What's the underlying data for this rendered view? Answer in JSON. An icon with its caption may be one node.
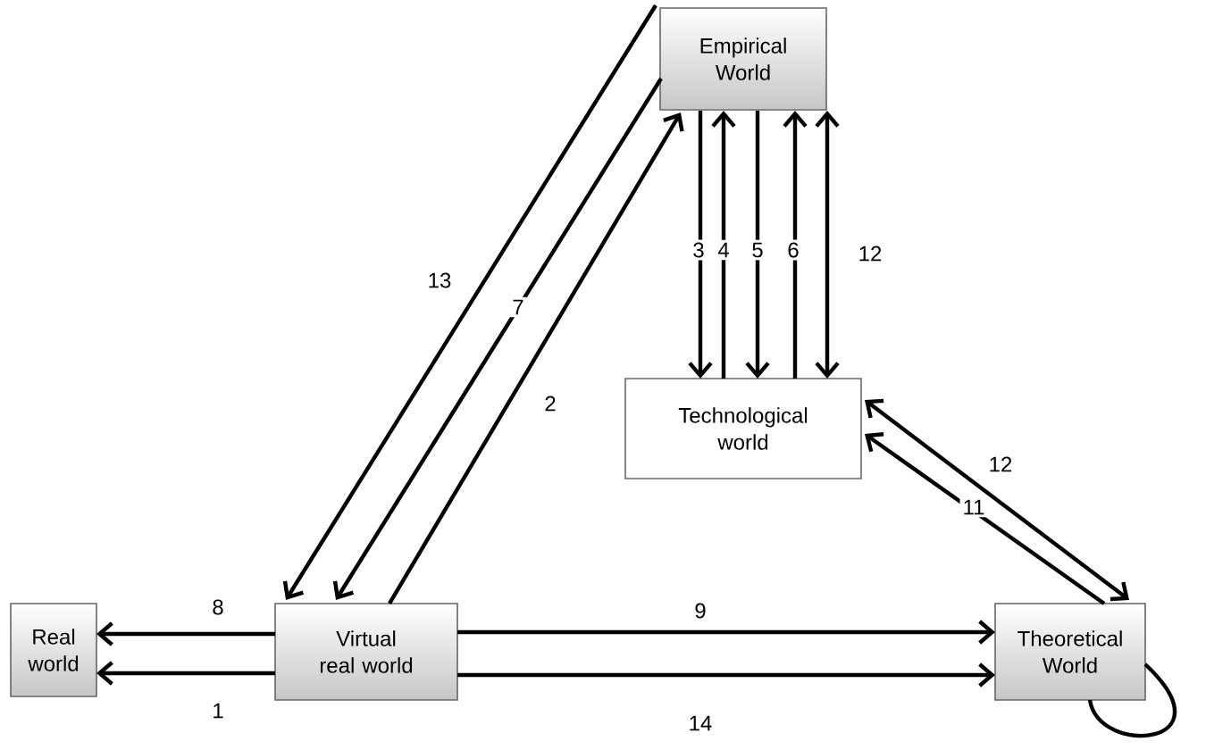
{
  "diagram": {
    "nodes": [
      {
        "text": [
          "Empirical World"
        ]
      },
      {
        "text": [
          "Technological world"
        ]
      },
      {
        "text": [
          "Real world"
        ]
      },
      {
        "text": [
          "Virtual real world"
        ]
      },
      {
        "text": [
          "Theoretical World"
        ]
      }
    ],
    "edges": [
      {
        "from": 0,
        "to": 3,
        "arrow": "to",
        "label": "13"
      },
      {
        "from": 0,
        "to": 3,
        "arrow": "to",
        "label": "7"
      },
      {
        "from": 3,
        "to": 0,
        "arrow": "to",
        "label": "2"
      },
      {
        "from": 0,
        "to": 1,
        "arrow": "to",
        "label": "3"
      },
      {
        "from": 1,
        "to": 0,
        "arrow": "to",
        "label": "4"
      },
      {
        "from": 0,
        "to": 1,
        "arrow": "to",
        "label": "5"
      },
      {
        "from": 1,
        "to": 0,
        "arrow": "to",
        "label": "6"
      },
      {
        "from": 0,
        "to": 1,
        "arrow": "both",
        "label": "12"
      },
      {
        "from": 1,
        "to": 4,
        "arrow": "both",
        "label": "12"
      },
      {
        "from": 4,
        "to": 1,
        "arrow": "to",
        "label": "11"
      },
      {
        "from": 3,
        "to": 2,
        "arrow": "to",
        "label": "8"
      },
      {
        "from": 3,
        "to": 2,
        "arrow": "to",
        "label": "1"
      },
      {
        "from": 3,
        "to": 4,
        "arrow": "to",
        "label": "9"
      },
      {
        "from": 3,
        "to": 4,
        "arrow": "to",
        "label": "14"
      },
      {
        "from": 4,
        "to": 4,
        "arrow": "none"
      }
    ]
  }
}
